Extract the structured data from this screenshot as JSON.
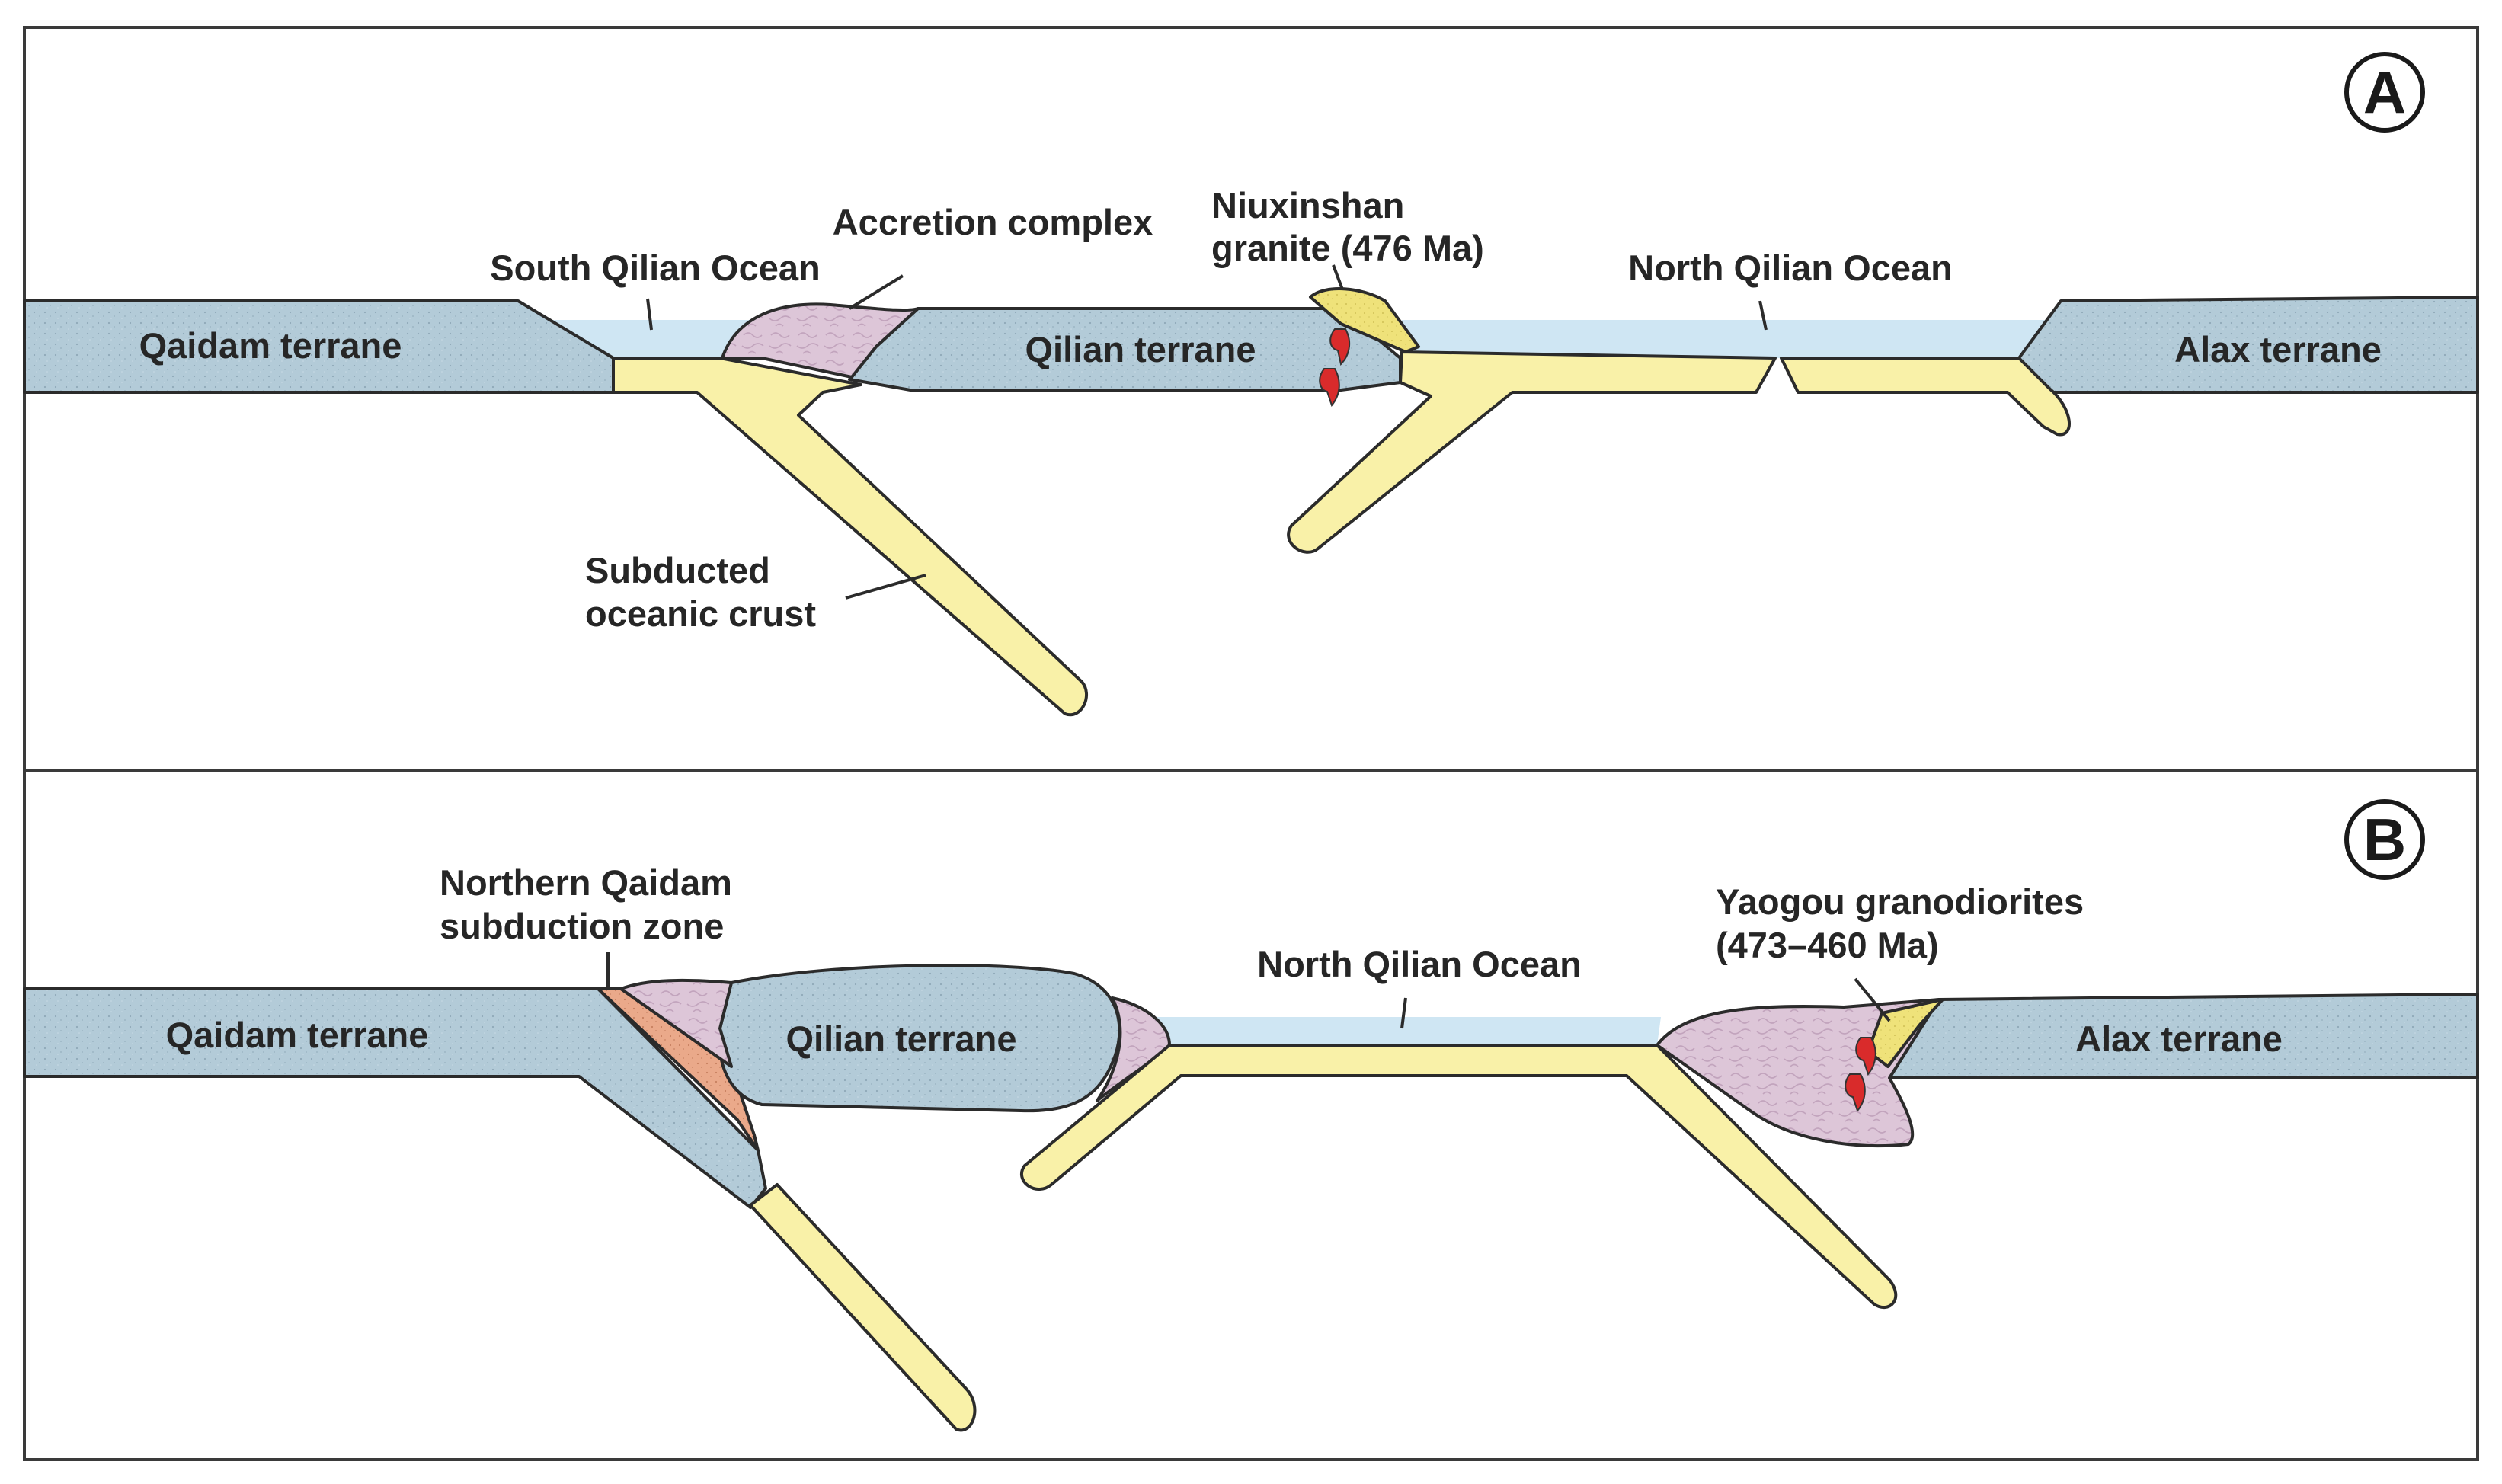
{
  "panels": [
    {
      "letter": "A",
      "terranes": [
        "Qaidam terrane",
        "Qilian terrane",
        "Alax terrane"
      ],
      "features": {
        "south_ocean": "South Qilian Ocean",
        "accretion": "Accretion complex",
        "niuxinshan_line1": "Niuxinshan",
        "niuxinshan_line2": "granite (476 Ma)",
        "north_ocean": "North Qilian Ocean",
        "subducted_line1": "Subducted",
        "subducted_line2": "oceanic crust"
      }
    },
    {
      "letter": "B",
      "terranes": [
        "Qaidam terrane",
        "Qilian terrane",
        "Alax terrane"
      ],
      "features": {
        "nqsz_line1": "Northern Qaidam",
        "nqsz_line2": "subduction zone",
        "north_ocean": "North Qilian Ocean",
        "yaogou_line1": "Yaogou granodiorites",
        "yaogou_line2": "(473–460 Ma)"
      }
    }
  ],
  "colors": {
    "terrane": "#b3cbd8",
    "ocean": "#cfe6f3",
    "oceanic_crust": "#f9f1a8",
    "accretion_complex": "#ddc6d8",
    "granite": "#efe27a",
    "subduction_zone": "#eaa98a",
    "pluton_marker": "#d92b2b",
    "outline": "#2b2b2b"
  }
}
